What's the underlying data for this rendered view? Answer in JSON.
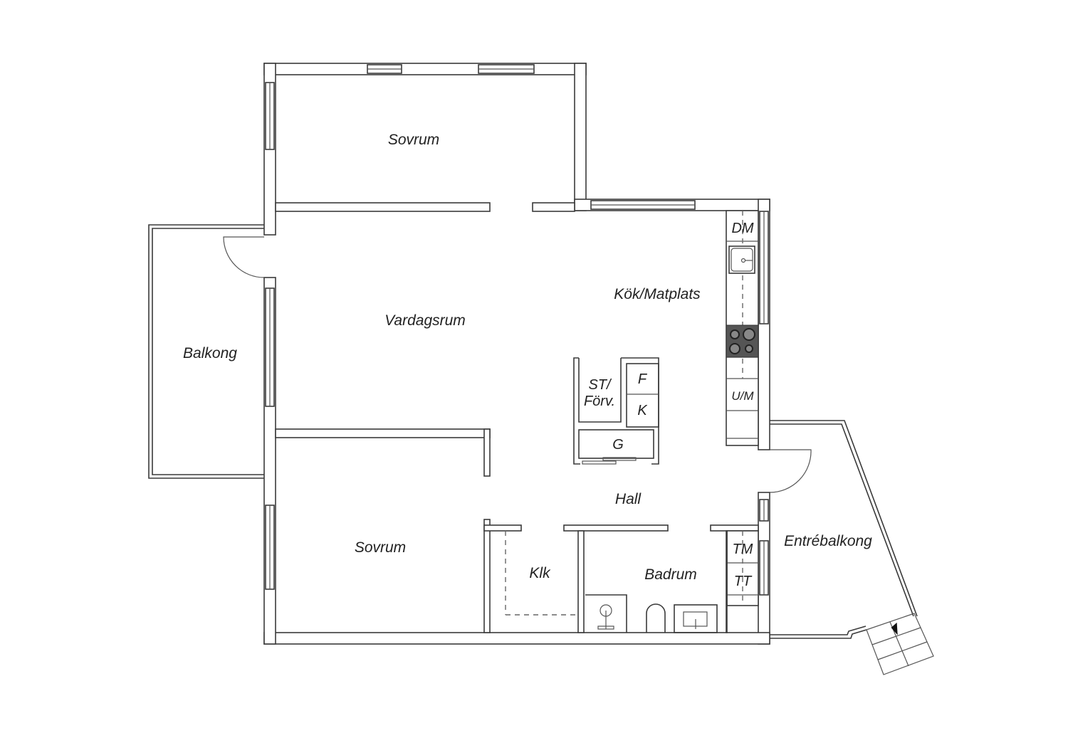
{
  "rooms": {
    "bedroom_top": "Sovrum",
    "living": "Vardagsrum",
    "balcony": "Balkong",
    "kitchen": "Kök/Matplats",
    "bedroom_bottom": "Sovrum",
    "hall": "Hall",
    "closet": "Klk",
    "bathroom": "Badrum",
    "entry_balcony": "Entrébalkong"
  },
  "fixtures": {
    "dishwasher": "DM",
    "oven_micro": "U/M",
    "storage_line1": "ST/",
    "storage_line2": "Förv.",
    "fridge": "F",
    "freezer": "K",
    "wardrobe": "G",
    "washer": "TM",
    "dryer": "TT"
  },
  "colors": {
    "line": "#3a3a3a",
    "stove": "#555555"
  }
}
